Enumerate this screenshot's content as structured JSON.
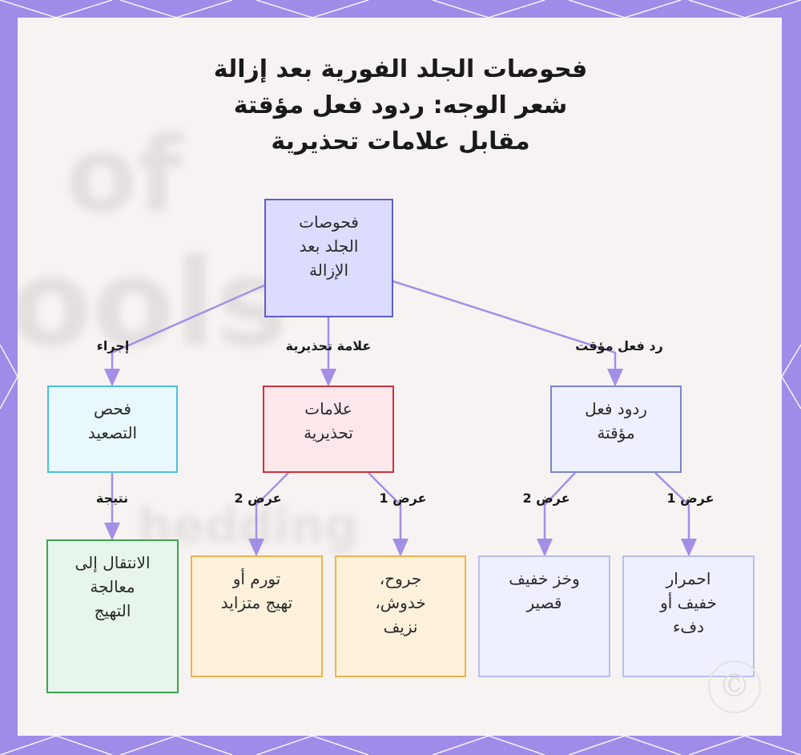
{
  "title_lines": [
    "فحوصات الجلد الفورية بعد إزالة",
    "شعر الوجه: ردود فعل مؤقتة",
    "مقابل علامات تحذيرية"
  ],
  "nodes": {
    "root": "فحوصات\nالجلد بعد\nالإزالة",
    "escalation": "فحص\nالتصعيد",
    "warning": "علامات\nتحذيرية",
    "temporary": "ردود فعل\nمؤقتة",
    "move_to_irritation": "الانتقال إلى\nمعالجة\nالتهيج",
    "swelling": "تورم أو\nتهيج متزايد",
    "wounds": "جروح،\nخدوش،\nنزيف",
    "sting": "وخز خفيف\nقصير",
    "redness": "احمرار\nخفيف أو\nدفء"
  },
  "edge_labels": {
    "action": "إجراء",
    "warning_sign": "علامة تحذيرية",
    "temp_reaction": "رد فعل مؤقت",
    "result": "نتيجة",
    "symptom_2_warning": "عرض 2",
    "symptom_1_warning": "عرض 1",
    "symptom_2_temp": "عرض 2",
    "symptom_1_temp": "عرض 1"
  },
  "colors": {
    "edge": "#a58ee6",
    "frame": "#a08be8",
    "root_fill": "#dcdcff",
    "root_border": "#5b5fc7",
    "escalation_fill": "#e8f8fc",
    "escalation_border": "#4cc0dc",
    "warning_fill": "#fde7ea",
    "warning_border": "#d0303d",
    "temporary_fill": "#eef0ff",
    "temporary_border": "#7a84cf",
    "green_fill": "#e8f5ea",
    "green_border": "#3aa651",
    "orange_fill": "#fdf1dc",
    "orange_border": "#f0b24a",
    "lavender_fill": "#eef0ff",
    "lavender_border": "#b9bfe8"
  },
  "watermark": {
    "line1": "of",
    "line2": "ools",
    "line3": "hedding"
  },
  "corner_logo": "©"
}
